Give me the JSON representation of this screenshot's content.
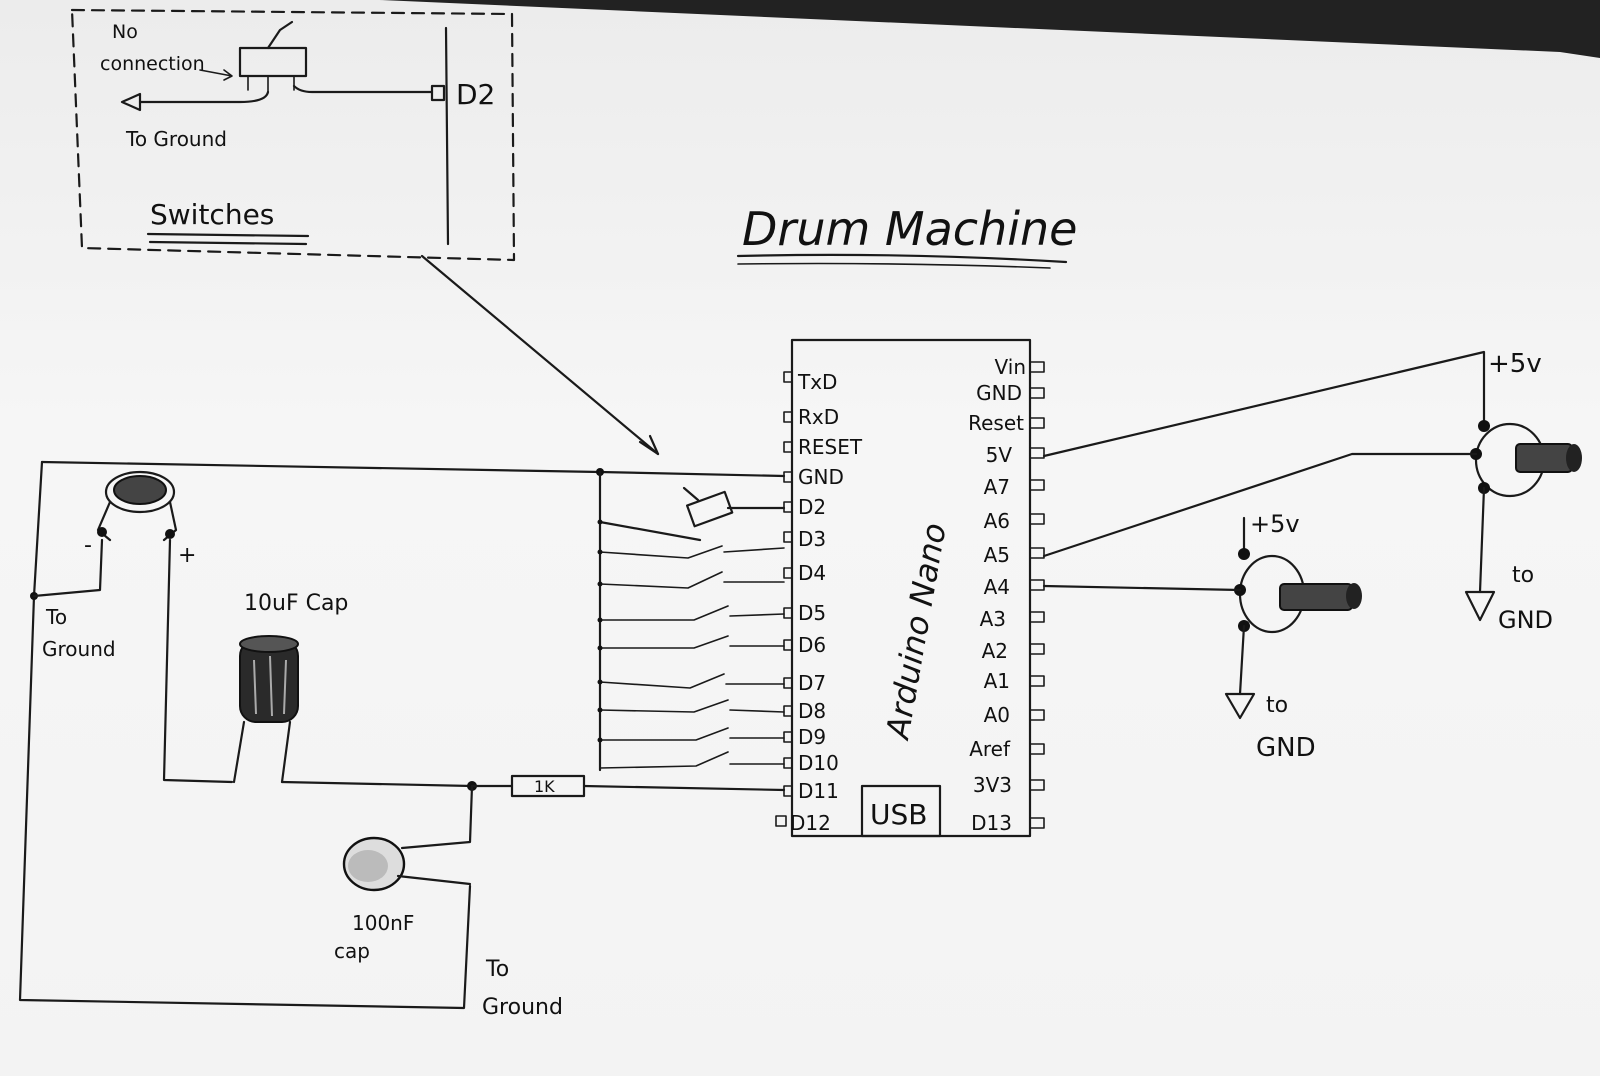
{
  "title": "Drum Machine",
  "inset": {
    "label": "Switches",
    "no_connection": [
      "No",
      "connection"
    ],
    "to_ground": "To Ground",
    "pin": "D2"
  },
  "board": {
    "name": "Arduino Nano",
    "usb": "USB",
    "left_pins": [
      "TxD",
      "RxD",
      "RESET",
      "GND",
      "D2",
      "D3",
      "D4",
      "D5",
      "D6",
      "D7",
      "D8",
      "D9",
      "D10",
      "D11",
      "D12"
    ],
    "right_pins": [
      "Vin",
      "GND",
      "Reset",
      "5V",
      "A7",
      "A6",
      "A5",
      "A4",
      "A3",
      "A2",
      "A1",
      "A0",
      "Aref",
      "3V3",
      "D13"
    ]
  },
  "components": {
    "jack_minus": "-",
    "jack_plus": "+",
    "jack_ground": [
      "To",
      "Ground"
    ],
    "cap_10uf": "10uF Cap",
    "resistor": "1K",
    "cap_100nf": [
      "100nF",
      "cap"
    ],
    "cap_ground": [
      "To",
      "Ground"
    ]
  },
  "pots": {
    "pot1_supply": "+5v",
    "pot1_ground": [
      "to",
      "GND"
    ],
    "pot2_supply": "+5v",
    "pot2_ground": [
      "to",
      "GND"
    ]
  }
}
